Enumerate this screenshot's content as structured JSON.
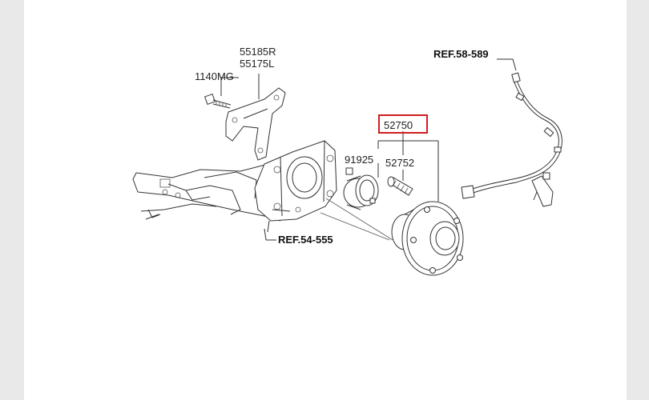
{
  "labels": {
    "bracket_r": "55185R",
    "bracket_l": "55175L",
    "bolt": "1140MG",
    "hub_assembly": "52750",
    "bearing": "91925",
    "hub_bolt": "52752"
  },
  "references": {
    "sensor": "REF.58-589",
    "axle": "REF.54-555"
  },
  "colors": {
    "highlight_box": "#d21f1f",
    "line": "#333333",
    "background": "#ffffff",
    "margin": "#e9e9e9"
  }
}
